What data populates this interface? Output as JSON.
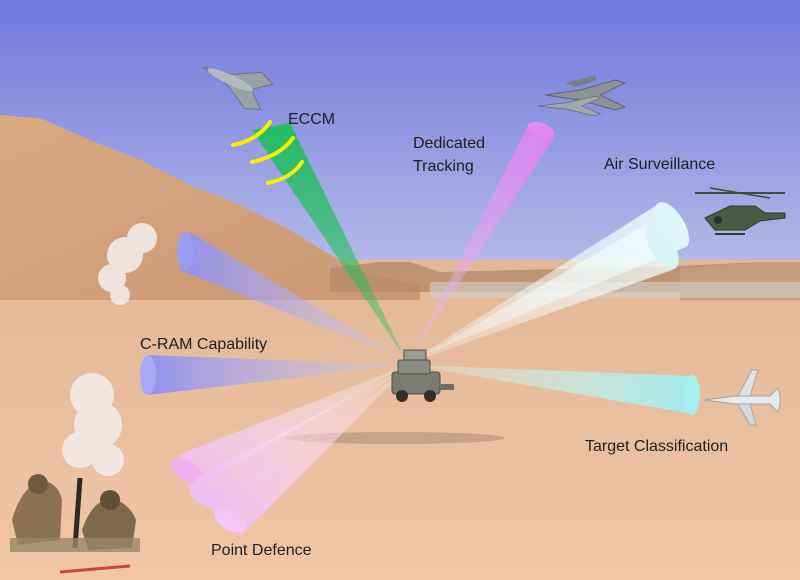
{
  "labels": {
    "eccm": "ECCM",
    "dedicated_tracking": "Dedicated Tracking",
    "air_surveillance": "Air Surveillance",
    "cram_capability": "C-RAM Capability",
    "target_classification": "Target Classification",
    "point_defence": "Point Defence"
  },
  "colors": {
    "sky_top": "#6f78dc",
    "sky_bottom": "#b8bde8",
    "sand": "#e8bd9c",
    "beam_violet": "#8f8ff0",
    "beam_green": "#1fbf5a",
    "beam_magenta": "#e58cf0",
    "beam_cyan": "#9fefef",
    "beam_pink": "#f2b6f2",
    "ecm_arc": "#f5f000"
  },
  "icons": [
    "drone-icon",
    "fighter-jet-icon",
    "helicopter-icon",
    "uav-icon",
    "radar-vehicle-icon",
    "soldiers-icon",
    "smoke-icon"
  ]
}
